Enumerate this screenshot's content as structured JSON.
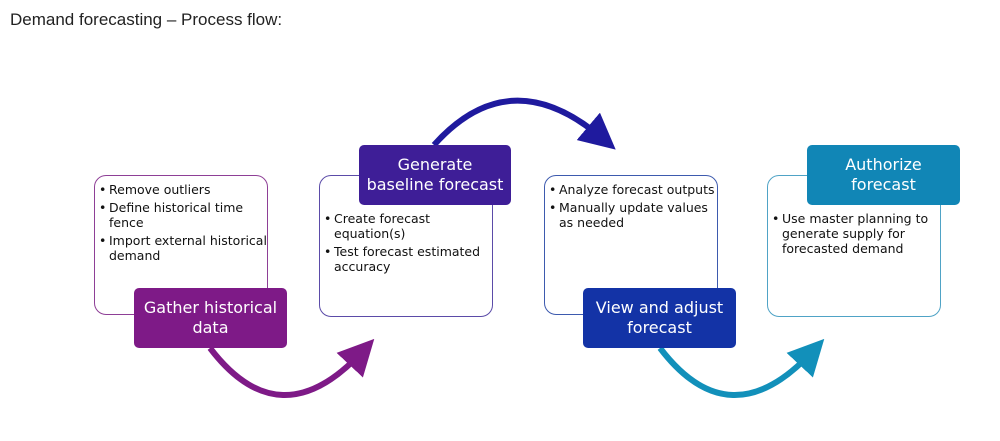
{
  "title": "Demand forecasting – Process flow:",
  "steps": [
    {
      "label": "Gather historical data",
      "color": "#7E1A87",
      "items": [
        "Remove outliers",
        "Define historical time fence",
        "Import external historical demand"
      ]
    },
    {
      "label": "Generate baseline forecast",
      "color": "#3E1E97",
      "items": [
        "Create forecast equation(s)",
        "Test forecast estimated accuracy"
      ]
    },
    {
      "label": "View and adjust forecast",
      "color": "#1333A6",
      "items": [
        "Analyze forecast outputs",
        "Manually update values as needed"
      ]
    },
    {
      "label": "Authorize forecast",
      "color": "#1186B6",
      "items": [
        "Use master planning to generate supply for forecasted demand"
      ]
    }
  ]
}
